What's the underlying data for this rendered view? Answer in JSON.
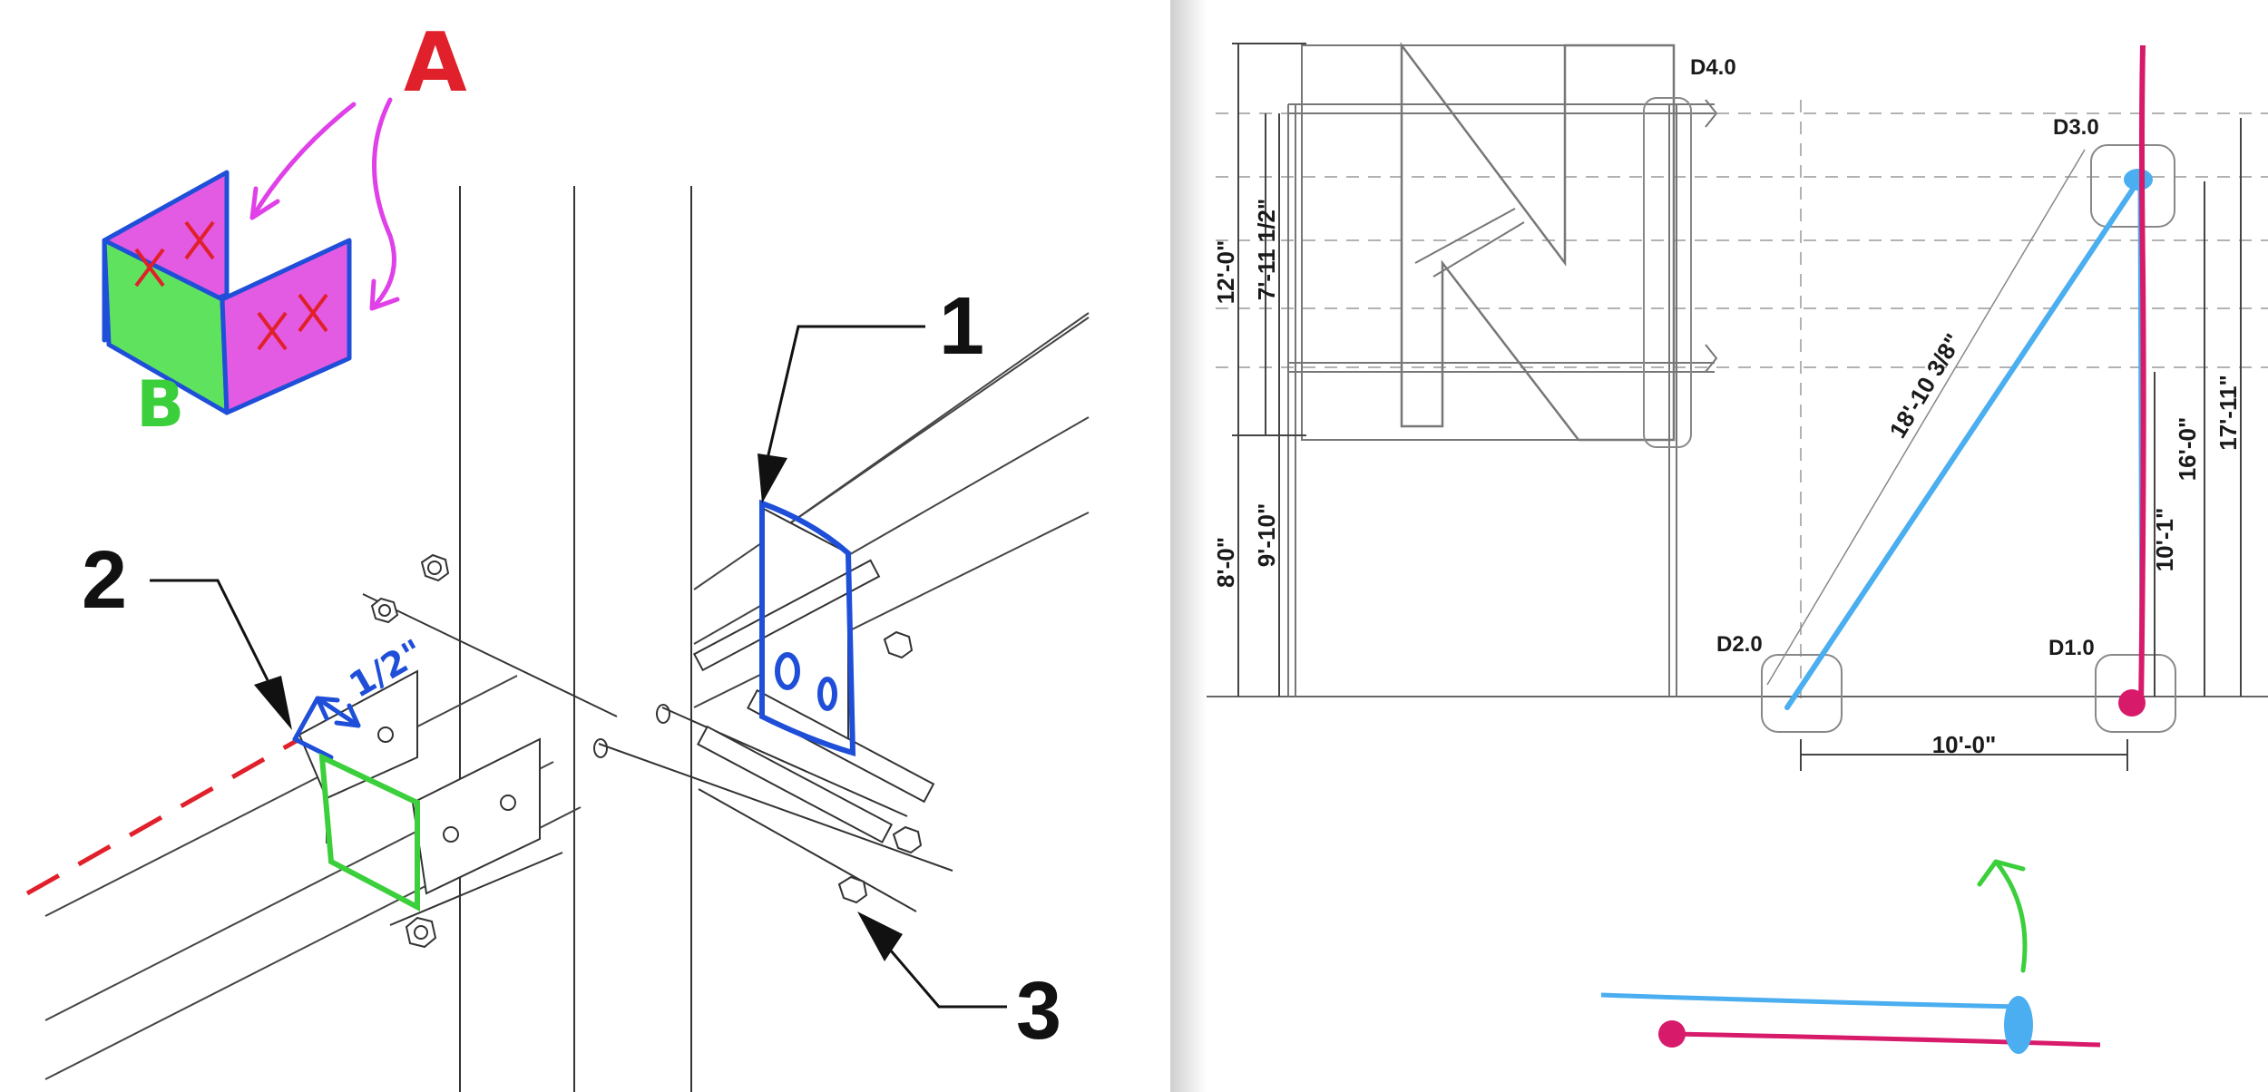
{
  "left_panel": {
    "annotation_a": "A",
    "annotation_b": "B",
    "annotation_spacing": "1/2\"",
    "callout_1": "1",
    "callout_2": "2",
    "callout_3": "3"
  },
  "right_panel": {
    "nodes": [
      "D4.0",
      "D3.0",
      "D2.0",
      "D1.0"
    ],
    "dims_left": [
      "12'-0\"",
      "7'-11 1/2\"",
      "8'-0\"",
      "9'-10\""
    ],
    "dim_diagonal": "18'-10 3/8\"",
    "dims_right": [
      "10'-1\"",
      "16'-0\"",
      "17'-11\""
    ],
    "dim_bottom": "10'-0\""
  },
  "colors": {
    "blue_markup": "#1f4fd8",
    "green_markup": "#3ccf3c",
    "magenta_markup": "#e040e8",
    "red_markup": "#e0202a",
    "cyan_member": "#4aaef0",
    "crimson_member": "#d81a6a",
    "drawing_line": "#555555",
    "panel_divider_shadow": "#e6e6e6"
  }
}
